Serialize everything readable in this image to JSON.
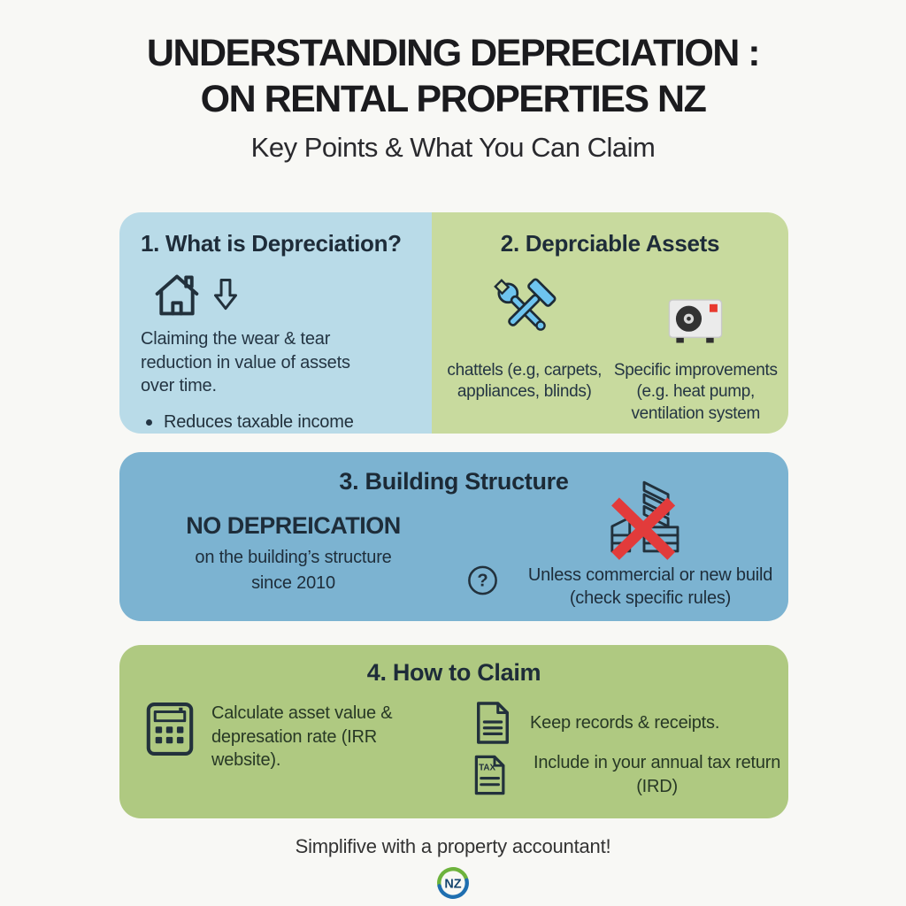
{
  "header": {
    "title_line1": "UNDERSTANDING DEPRECIATION :",
    "title_line2": "ON RENTAL PROPERTIES NZ",
    "subtitle": "Key Points & What You Can Claim"
  },
  "section1": {
    "heading": "1. What is Depreciation?",
    "description": "Claiming the wear & tear reduction in value of assets over time.",
    "bullet": "Reduces taxable income",
    "icons": [
      "house-icon",
      "down-arrow-icon"
    ]
  },
  "section2": {
    "heading": "2. Deprciable Assets",
    "col1": {
      "icon": "tools-icon",
      "text": "chattels (e.g, carpets, appliances, blinds)"
    },
    "col2": {
      "icon": "heat-pump-icon",
      "text": "Specific improvements (e.g. heat pump, ventilation system"
    }
  },
  "section3": {
    "heading": "3. Building Structure",
    "no_label": "NO DEPREICATION",
    "no_detail1": "on the building’s structure",
    "no_detail2": "since 2010",
    "exception": "Unless commercial or new build (check specific rules)",
    "icons": [
      "building-crossed-icon",
      "question-icon"
    ]
  },
  "section4": {
    "heading": "4. How to Claim",
    "item1": {
      "icon": "calculator-icon",
      "text": "Calculate asset value & depresation rate (IRR website)."
    },
    "item2": {
      "icon": "document-icon",
      "text": "Keep records & receipts."
    },
    "item3": {
      "icon": "tax-document-icon",
      "text": "Include in your annual tax return (IRD)"
    }
  },
  "footer": {
    "note": "Simplifive with a property accountant!",
    "logo_icon": "nz-logo-icon",
    "logo_text": "NZ"
  },
  "glyphs": {
    "question_mark": "?",
    "tax_label": "TAX"
  },
  "colors": {
    "background": "#f8f8f5",
    "box_blue_light": "#b9dbe8",
    "box_green_light": "#c8da9e",
    "box_blue_mid": "#7cb3d1",
    "box_green_mid": "#afc981",
    "text_dark": "#22313c",
    "red_x": "#e23b3b",
    "tool_blue": "#6ec4ef",
    "logo_green": "#6db33c",
    "logo_blue": "#1f6fb0"
  }
}
